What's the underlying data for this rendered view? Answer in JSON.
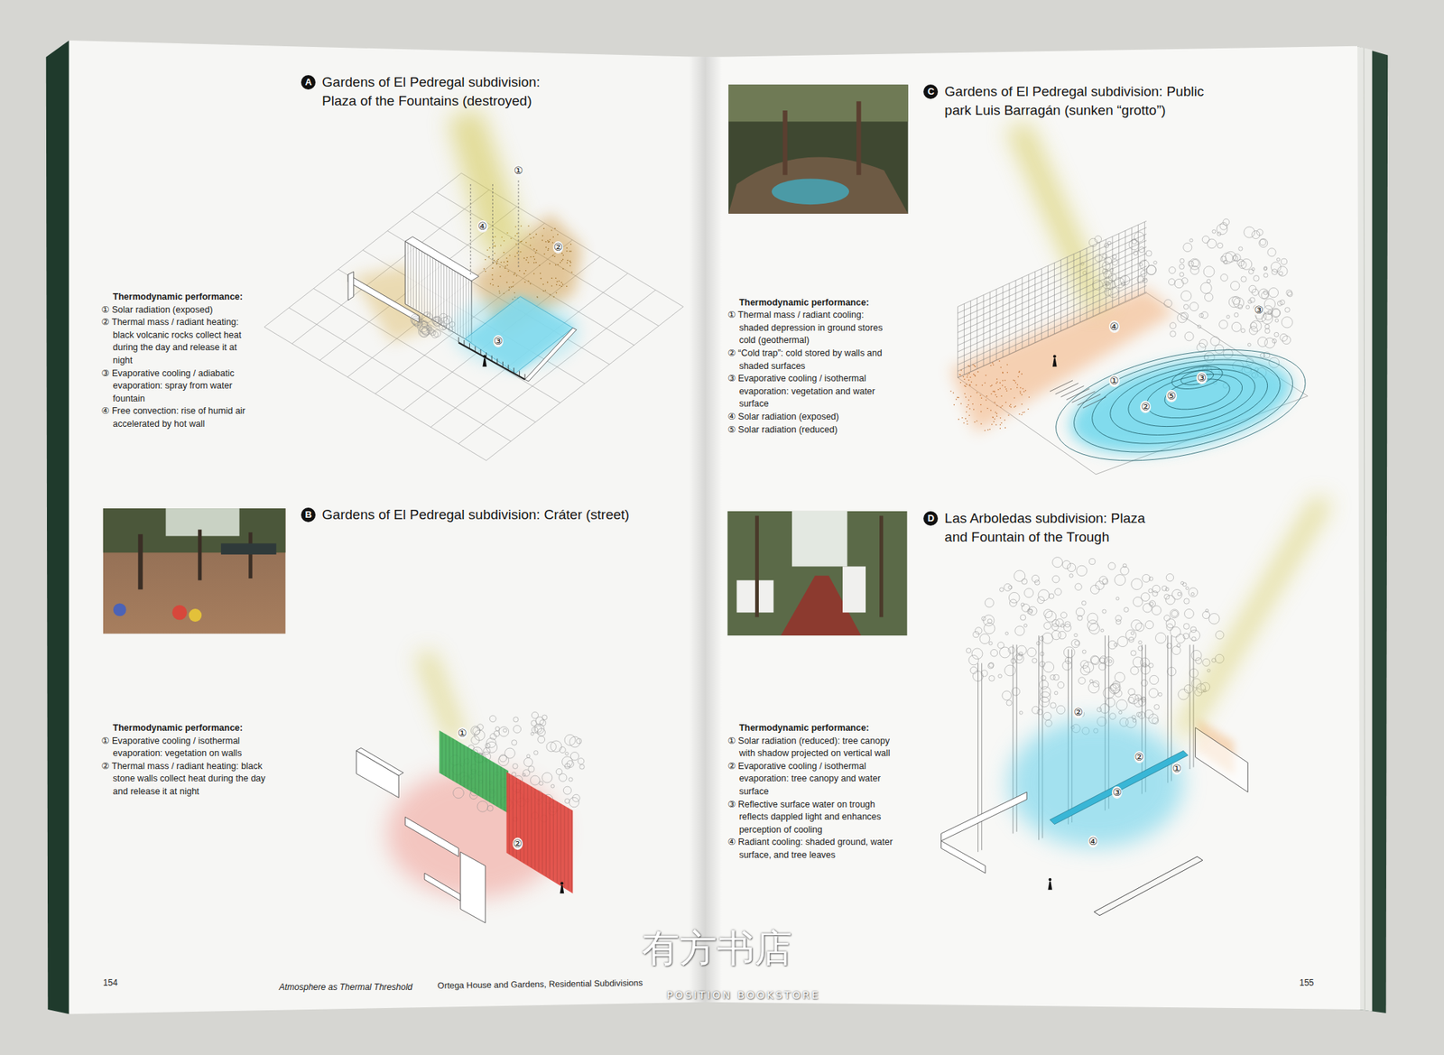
{
  "diagram": {
    "nodes": [
      {
        "text": [
          "A",
          "Gardens of El Pedregal subdivision: Plaza of the Fountains (destroyed)"
        ]
      },
      {
        "text": [
          "B",
          "Gardens of El Pedregal subdivision: Cráter (street)"
        ]
      },
      {
        "text": [
          "C",
          "Gardens of El Pedregal subdivision: Public park Luis Barragán (sunken “grotto”)"
        ]
      },
      {
        "text": [
          "D",
          "Las Arboledas subdivision: Plaza and Fountain of the Trough"
        ]
      }
    ],
    "labels": [
      "Thermodynamic performance:",
      "① Solar radiation (exposed)",
      "② Thermal mass / radiant heating: black volcanic rocks collect heat during the day and release it at night",
      "③ Evaporative cooling / adiabatic evaporation: spray from water fountain",
      "④ Free convection: rise of humid air accelerated by hot wall",
      "Thermodynamic performance:",
      "① Evaporative cooling / isothermal evaporation: vegetation on walls",
      "② Thermal mass / radiant heating: black stone walls collect heat during the day and release it at night",
      "Thermodynamic performance:",
      "① Thermal mass / radiant cooling: shaded depression in ground stores cold (geothermal)",
      "② “Cold trap”: cold stored by walls and shaded surfaces",
      "③ Evaporative cooling / isothermal evaporation: vegetation and water surface",
      "④ Solar radiation (exposed)",
      "⑤ Solar radiation (reduced)",
      "Thermodynamic performance:",
      "① Solar radiation (reduced): tree canopy with shadow projected on vertical wall",
      "② Evaporative cooling / isothermal evaporation: tree canopy and water surface",
      "③ Reflective surface water on trough reflects dappled light and enhances perception of cooling",
      "④ Radiant cooling: shaded ground, water surface, and tree leaves",
      "①",
      "④",
      "②",
      "③",
      "①",
      "②",
      "④",
      "③",
      "①",
      "③",
      "⑤",
      "②",
      "②",
      "②",
      "①",
      "③",
      "④",
      "154",
      "Atmosphere as Thermal Threshold",
      "Ortega House and Gardens, Residential Subdivisions",
      "155",
      "有方书店",
      "POSITION BOOKSTORE"
    ]
  }
}
